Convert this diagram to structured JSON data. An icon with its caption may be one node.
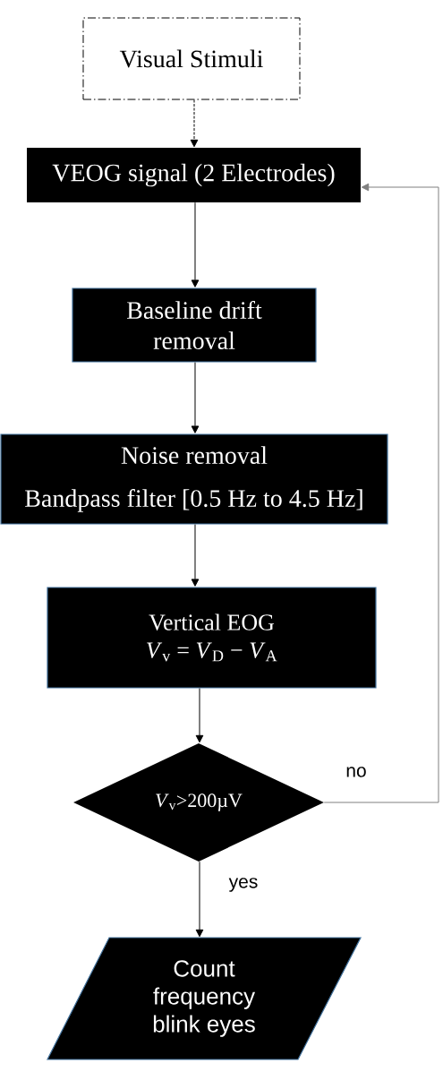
{
  "diagram": {
    "nodes": [
      {
        "text": [
          "Visual Stimuli"
        ]
      },
      {
        "text": [
          "VEOG signal (2 Electrodes)"
        ]
      },
      {
        "text": [
          "Baseline drift removal"
        ]
      },
      {
        "text": [
          "Noise removal",
          "Bandpass filter [0.5 Hz to 4.5 Hz]"
        ]
      },
      {
        "text": [
          "Vertical EOG",
          "*V*$_{v}$ = *V*$_{D}$ − *V*$_{A}$"
        ]
      },
      {
        "text": [
          "*V*$_{v}$>200µV"
        ]
      },
      {
        "text": [
          "Count frequency blink eyes"
        ]
      }
    ],
    "edges": [
      {
        "from": 0,
        "to": 1,
        "arrow": "to",
        "style": "dashed"
      },
      {
        "from": 1,
        "to": 2,
        "arrow": "to"
      },
      {
        "from": 2,
        "to": 3,
        "arrow": "to"
      },
      {
        "from": 3,
        "to": 4,
        "arrow": "to"
      },
      {
        "from": 4,
        "to": 5,
        "arrow": "to"
      },
      {
        "from": 5,
        "to": 6,
        "arrow": "to",
        "label": "yes"
      },
      {
        "from": 5,
        "to": 1,
        "arrow": "to",
        "label": "no",
        "color": "#808080"
      }
    ]
  }
}
